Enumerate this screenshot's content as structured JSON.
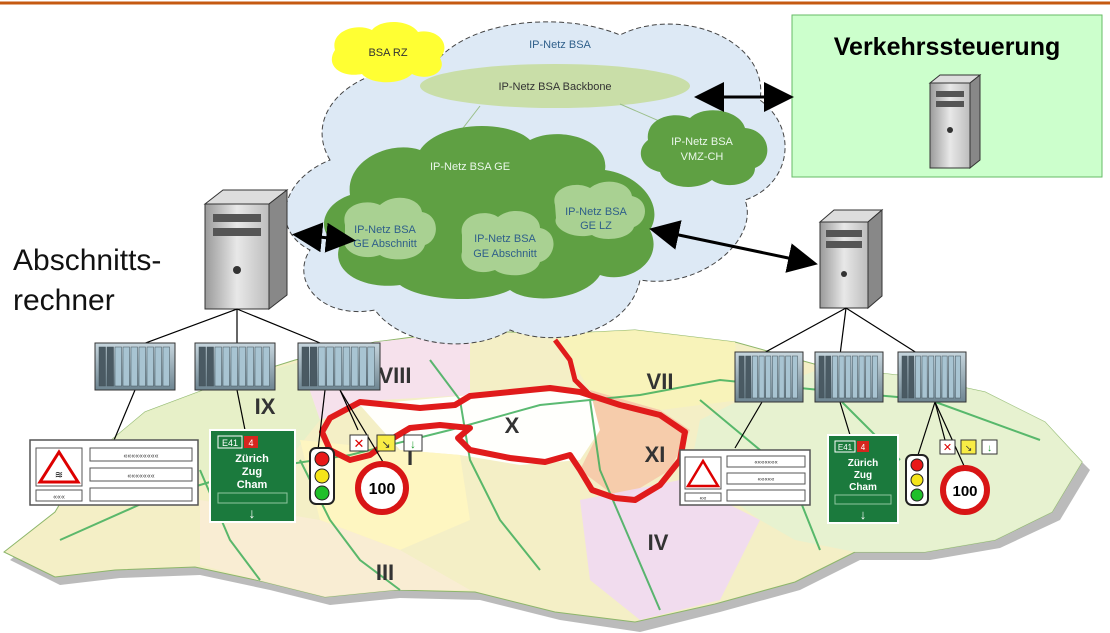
{
  "header_color": "#c55a11",
  "cloud": {
    "outer_label": "IP-Netz BSA",
    "backbone_label": "IP-Netz BSA Backbone",
    "rz_label": "BSA RZ",
    "vmz_label": "IP-Netz BSA VMZ-CH",
    "ge_label": "IP-Netz BSA GE",
    "ge_left_label": "IP-Netz BSA GE Abschnitt",
    "ge_mid_label": "IP-Netz BSA GE Abschnitt",
    "ge_lz_label": "IP-Netz BSA GE LZ"
  },
  "traffic_control": {
    "title": "Verkehrssteuerung",
    "color": "#ccffcc"
  },
  "section_computer": {
    "label_line1": "Abschnitts-",
    "label_line2": "rechner"
  },
  "regions": [
    "IX",
    "VIII",
    "VII",
    "X",
    "XI",
    "I",
    "IV",
    "III"
  ],
  "sign_left": {
    "route": "E41",
    "route_num": "4",
    "lines": [
      "Zürich",
      "Zug",
      "Cham"
    ]
  },
  "sign_right": {
    "route": "E41",
    "route_num": "4",
    "lines": [
      "Zürich",
      "Zug",
      "Cham"
    ]
  },
  "speed_left": "100",
  "speed_right": "100"
}
